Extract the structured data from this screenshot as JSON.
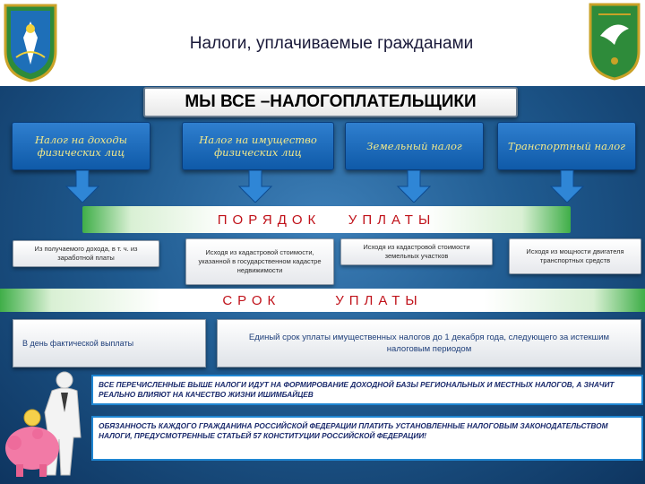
{
  "header": {
    "title": "Налоги, уплачиваемые гражданами"
  },
  "emblems": {
    "left": "coat-of-arms-left",
    "right": "coat-of-arms-right"
  },
  "banner": {
    "text": "МЫ ВСЕ –НАЛОГОПЛАТЕЛЬЩИКИ"
  },
  "taxes": [
    {
      "label": "Налог на доходы физических лиц"
    },
    {
      "label": "Налог на имущество физических лиц"
    },
    {
      "label": "Земельный налог"
    },
    {
      "label": "Транспортный налог"
    }
  ],
  "order": {
    "title": "ПОРЯДОК   УПЛАТЫ",
    "items": [
      {
        "text": "Из получаемого дохода, в т. ч. из заработной платы"
      },
      {
        "text": "Исходя из кадастровой стоимости, указанной в государственном кадастре недвижимости"
      },
      {
        "text": "Исходя из кадастровой стоимости земельных участков"
      },
      {
        "text": "Исходя из мощности двигателя транспортных средств"
      }
    ]
  },
  "term": {
    "title": "СРОК      УПЛАТЫ",
    "left": "В день фактической выплаты",
    "right": "Единый срок уплаты имущественных налогов до 1 декабря года, следующего за истекшим налоговым периодом"
  },
  "notes": [
    {
      "text": "ВСЕ ПЕРЕЧИСЛЕННЫЕ ВЫШЕ НАЛОГИ ИДУТ НА ФОРМИРОВАНИЕ ДОХОДНОЙ БАЗЫ РЕГИОНАЛЬНЫХ И МЕСТНЫХ НАЛОГОВ, А ЗНАЧИТ РЕАЛЬНО ВЛИЯЮТ НА КАЧЕСТВО ЖИЗНИ ИШИМБАЙЦЕВ"
    },
    {
      "text": "ОБЯЗАННОСТЬ КАЖДОГО ГРАЖДАНИНА РОССИЙСКОЙ ФЕДЕРАЦИИ ПЛАТИТЬ УСТАНОВЛЕННЫЕ НАЛОГОВЫМ ЗАКОНОДАТЕЛЬСТВОМ НАЛОГИ, ПРЕДУСМОТРЕННЫЕ СТАТЬЕЙ 57 КОНСТИТУЦИИ РОССИЙСКОЙ ФЕДЕРАЦИИ!"
    }
  ],
  "colors": {
    "accent_red": "#c0121a",
    "tax_text": "#f3e98a",
    "note_border": "#1f86d2"
  }
}
